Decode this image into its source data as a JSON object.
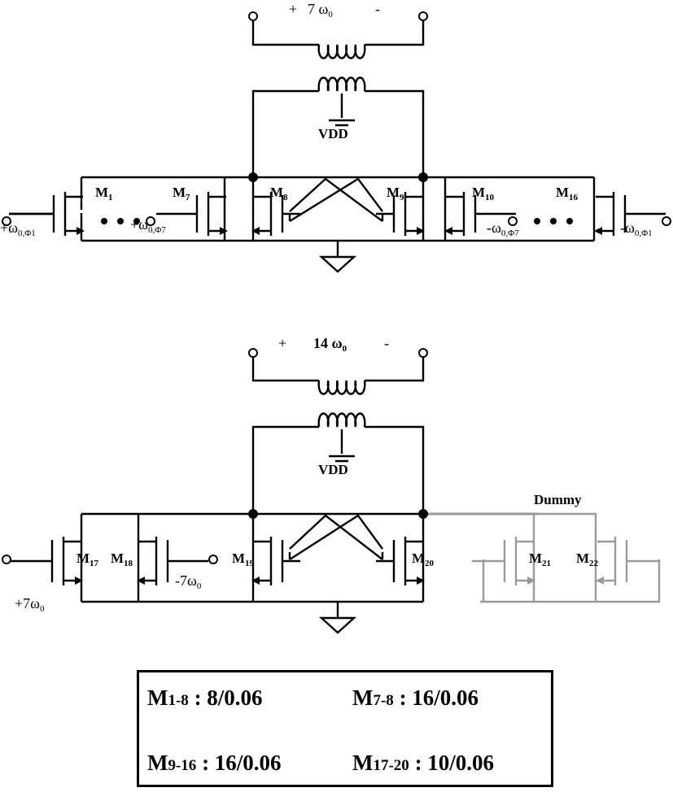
{
  "top_circuit": {
    "output": {
      "plus": "+",
      "value": "7 ω",
      "value_sub": "0",
      "minus": "-"
    },
    "supply": "VDD",
    "transistors": [
      {
        "base": "M",
        "sub": "1"
      },
      {
        "base": "M",
        "sub": "7"
      },
      {
        "base": "M",
        "sub": "8"
      },
      {
        "base": "M",
        "sub": "9"
      },
      {
        "base": "M",
        "sub": "10"
      },
      {
        "base": "M",
        "sub": "16"
      }
    ],
    "inputs": [
      {
        "base": "+ω",
        "sub": "0,Φ1"
      },
      {
        "base": "+ω",
        "sub": "0,Φ7"
      },
      {
        "base": "-ω",
        "sub": "0,Φ7"
      },
      {
        "base": "-ω",
        "sub": "0,Φ1"
      }
    ]
  },
  "bottom_circuit": {
    "output": {
      "plus": "+",
      "value": "14 ω",
      "value_sub": "0",
      "minus": "-"
    },
    "supply": "VDD",
    "dummy_label": "Dummy",
    "transistors": [
      {
        "base": "M",
        "sub": "17"
      },
      {
        "base": "M",
        "sub": "18"
      },
      {
        "base": "M",
        "sub": "19"
      },
      {
        "base": "M",
        "sub": "20"
      },
      {
        "base": "M",
        "sub": "21"
      },
      {
        "base": "M",
        "sub": "22"
      }
    ],
    "inputs": [
      {
        "base": "+7ω",
        "sub": "0"
      },
      {
        "base": "-7ω",
        "sub": "0"
      }
    ]
  },
  "sizing": [
    {
      "name": "M",
      "range": "1-8",
      "value": " : 8/0.06"
    },
    {
      "name": "M",
      "range": "7-8",
      "value": " : 16/0.06"
    },
    {
      "name": "M",
      "range": "9-16",
      "value": " : 16/0.06"
    },
    {
      "name": "M",
      "range": "17-20",
      "value": " : 10/0.06"
    }
  ],
  "colors": {
    "wire": "#000000",
    "dummy": "#9a9a9a"
  }
}
